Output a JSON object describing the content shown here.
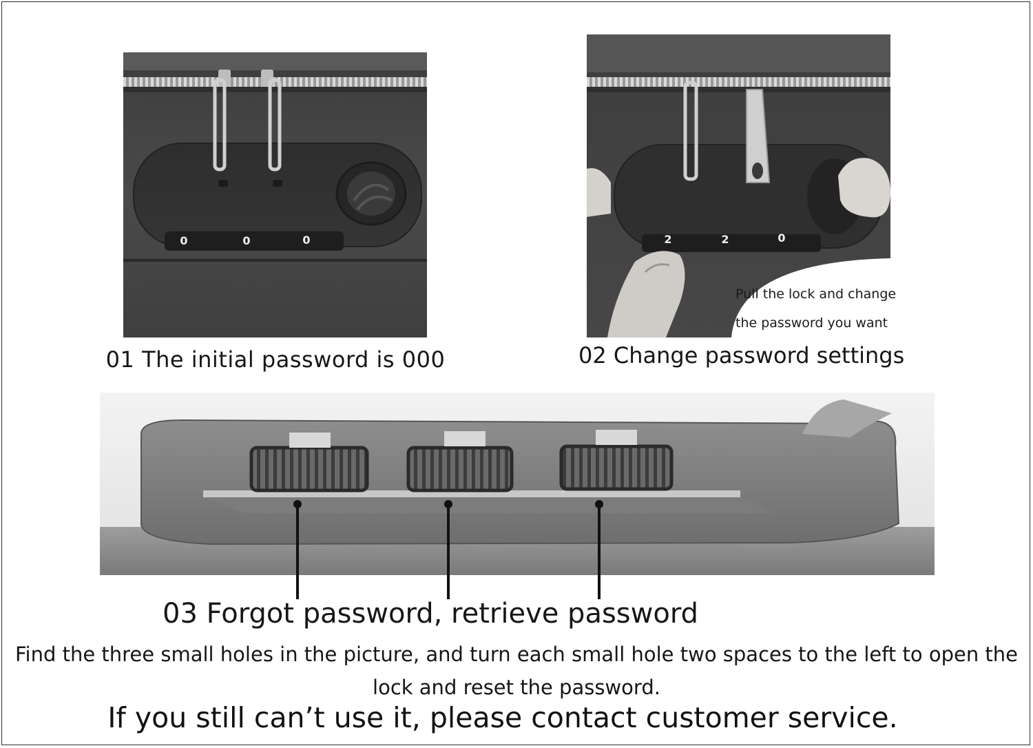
{
  "step1": {
    "caption": "01 The initial password is 000",
    "dials": [
      "0",
      "0",
      "0"
    ]
  },
  "step2": {
    "caption": "02 Change password settings",
    "dials": [
      "2",
      "2",
      "0"
    ],
    "bubble_line1": "Pull the lock and change",
    "bubble_line2": "the password you want"
  },
  "step3": {
    "caption": "03 Forgot password, retrieve password",
    "instruction": "Find the three small holes in the picture, and turn each small hole two spaces to the left to open the lock and reset the password."
  },
  "footer": {
    "contact": "If you still can’t use it, please contact customer service."
  }
}
